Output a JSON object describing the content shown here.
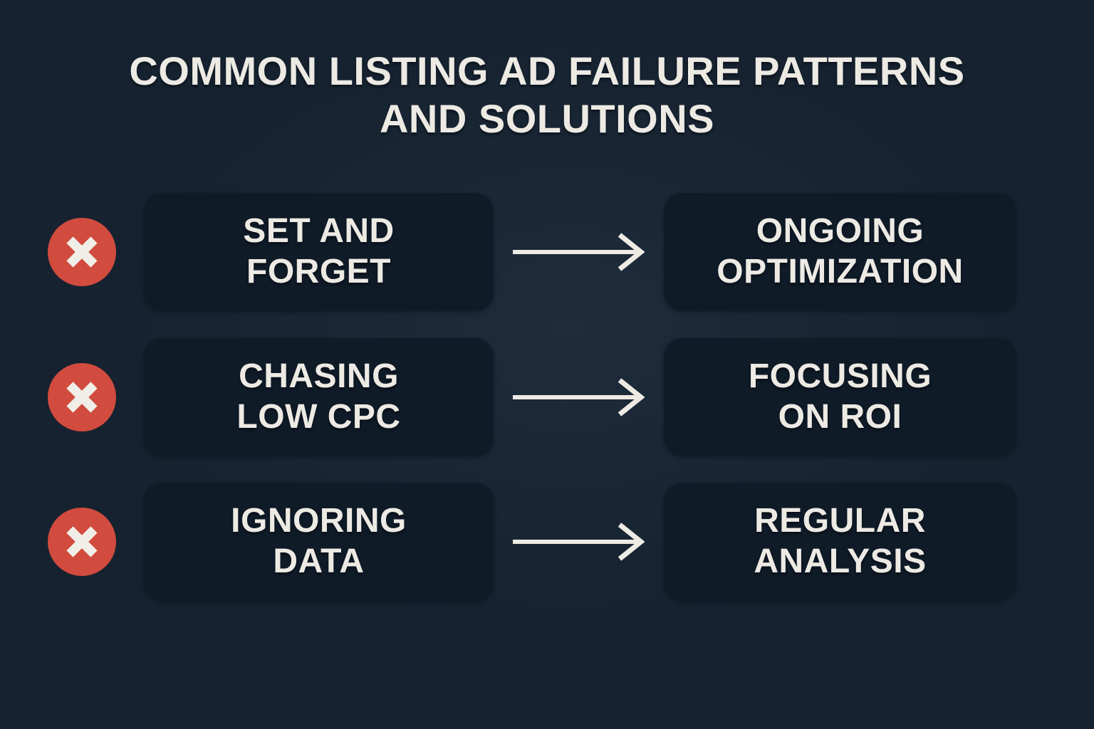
{
  "title": "COMMON LISTING AD FAILURE PATTERNS\nAND SOLUTIONS",
  "colors": {
    "background": "#16222f",
    "card_background": "#101b28",
    "text": "#edeae4",
    "x_circle_red": "#d14b3e",
    "x_glyph": "#f1eee8",
    "arrow": "#eeebe4"
  },
  "rows": [
    {
      "icon": "x-circle-icon",
      "problem": "SET AND\nFORGET",
      "solution": "ONGOING\nOPTIMIZATION"
    },
    {
      "icon": "x-circle-icon",
      "problem": "CHASING\nLOW CPC",
      "solution": "FOCUSING\nON ROI"
    },
    {
      "icon": "x-circle-icon",
      "problem": "IGNORING\nDATA",
      "solution": "REGULAR\nANALYSIS"
    }
  ]
}
